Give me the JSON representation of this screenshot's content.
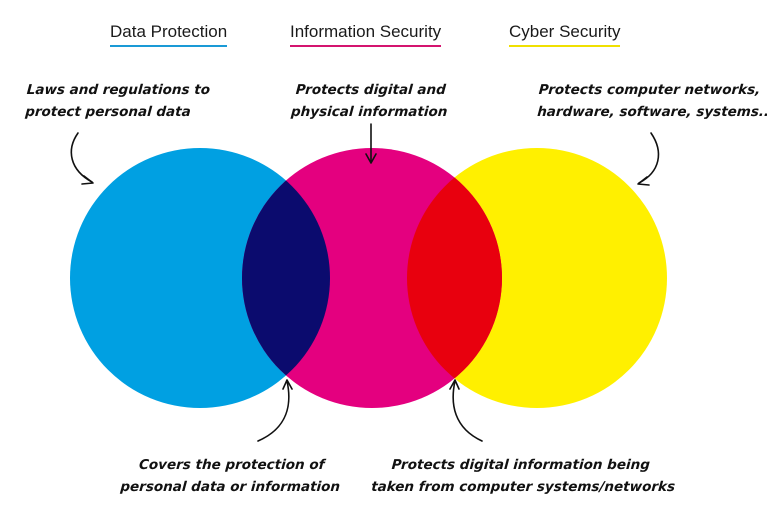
{
  "legend": [
    {
      "label": "Data Protection",
      "color": "#1a9ad6"
    },
    {
      "label": "Information Security",
      "color": "#d4146f"
    },
    {
      "label": "Cyber Security",
      "color": "#f0e000"
    }
  ],
  "annotations": {
    "data_protection": {
      "line1": "Laws and regulations to",
      "line2": "protect personal data"
    },
    "information_security": {
      "line1": "Protects digital and",
      "line2": "physical information"
    },
    "cyber_security": {
      "line1": "Protects computer networks,",
      "line2": "hardware, software, systems..."
    },
    "overlap_dp_is": {
      "line1": "Covers the protection of",
      "line2": "personal data or information"
    },
    "overlap_is_cs": {
      "line1": "Protects digital information being",
      "line2": "taken from computer systems/networks"
    }
  },
  "colors": {
    "data_protection": "#00a0e2",
    "information_security": "#e4007f",
    "cyber_security": "#fff000",
    "overlap_dp_is": "#0b0b6e",
    "overlap_is_cs": "#e8000e"
  }
}
